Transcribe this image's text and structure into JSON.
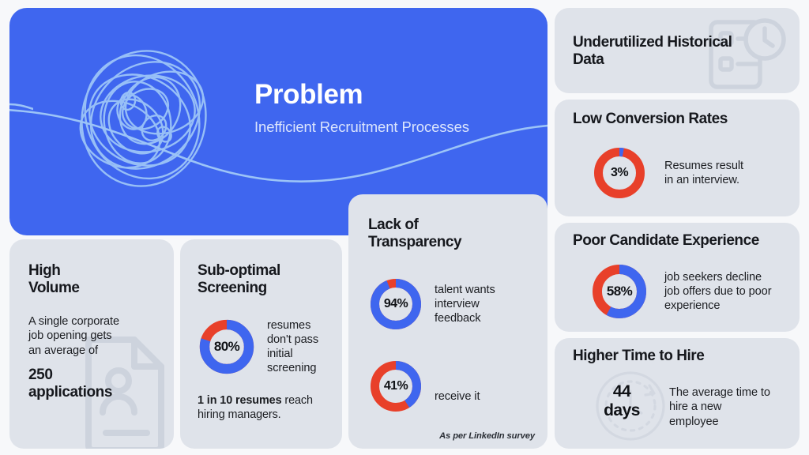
{
  "colors": {
    "background": "#f7f8fa",
    "hero_blue": "#3f66ef",
    "card_gray": "#dfe3ea",
    "donut_blue": "#3f66ef",
    "donut_red": "#e8402a",
    "text_dark": "#16181d",
    "squiggle": "#9cc4f7"
  },
  "hero": {
    "title": "Problem",
    "subtitle": "Inefficient Recruitment Processes",
    "icon": "tangled-scribble-ball"
  },
  "cards": {
    "high_volume": {
      "title": "High\nVolume",
      "title_line1": "High",
      "title_line2": "Volume",
      "body": "A single corporate job opening gets an average of",
      "highlight_line1": "250",
      "highlight_line2": "applications",
      "watermark": "resume-document-icon"
    },
    "screening": {
      "title_line1": "Sub-optimal",
      "title_line2": "Screening",
      "donut": {
        "value": 80,
        "label": "80%",
        "caption": "resumes don't pass initial screening"
      },
      "note_bold": "1 in 10 resumes",
      "note_rest": " reach hiring managers."
    },
    "transparency": {
      "title_line1": "Lack of",
      "title_line2": "Transparency",
      "donuts": [
        {
          "value": 94,
          "label": "94%",
          "caption": "talent wants interview feedback"
        },
        {
          "value": 41,
          "label": "41%",
          "caption": "receive it"
        }
      ],
      "footnote": "As per LinkedIn survey"
    },
    "historical": {
      "title_line1": "Underutilized Historical",
      "title_line2": "Data",
      "watermark": "clipboard-clock-icon"
    },
    "conversion": {
      "title": "Low Conversion Rates",
      "donut": {
        "value": 3,
        "label": "3%",
        "caption": "Resumes result in an interview."
      }
    },
    "experience": {
      "title": "Poor Candidate Experience",
      "donut": {
        "value": 58,
        "label": "58%",
        "caption": "job seekers decline job offers due to poor experience"
      }
    },
    "time_to_hire": {
      "title": "Higher Time to Hire",
      "metric_number": "44",
      "metric_unit": "days",
      "caption": "The average time to hire a new employee",
      "watermark": "clock-refresh-icon"
    }
  },
  "chart_data": [
    {
      "type": "pie",
      "title": "Sub-optimal Screening",
      "categories": [
        "resumes don't pass initial screening",
        "remainder"
      ],
      "values": [
        80,
        20
      ],
      "colors": [
        "#3f66ef",
        "#e8402a"
      ],
      "center_label": "80%"
    },
    {
      "type": "pie",
      "title": "talent wants interview feedback",
      "categories": [
        "talent wants interview feedback",
        "remainder"
      ],
      "values": [
        94,
        6
      ],
      "colors": [
        "#3f66ef",
        "#e8402a"
      ],
      "center_label": "94%"
    },
    {
      "type": "pie",
      "title": "receive it",
      "categories": [
        "receive it",
        "remainder"
      ],
      "values": [
        41,
        59
      ],
      "colors": [
        "#3f66ef",
        "#e8402a"
      ],
      "center_label": "41%"
    },
    {
      "type": "pie",
      "title": "Low Conversion Rates",
      "categories": [
        "Resumes result in an interview",
        "remainder"
      ],
      "values": [
        3,
        97
      ],
      "colors": [
        "#3f66ef",
        "#e8402a"
      ],
      "center_label": "3%"
    },
    {
      "type": "pie",
      "title": "Poor Candidate Experience",
      "categories": [
        "job seekers decline job offers due to poor experience",
        "remainder"
      ],
      "values": [
        58,
        42
      ],
      "colors": [
        "#3f66ef",
        "#e8402a"
      ],
      "center_label": "58%"
    }
  ]
}
